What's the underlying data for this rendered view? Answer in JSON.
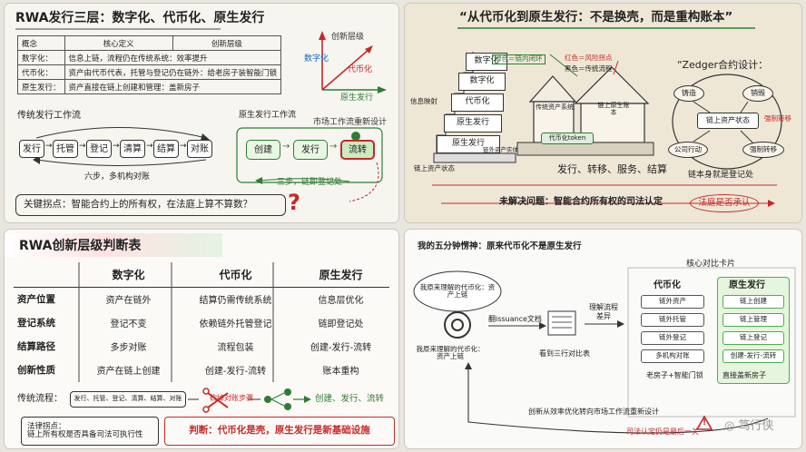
{
  "p1": {
    "title": "RWA发行三层：数字化、代币化、原生发行",
    "table": {
      "headers": [
        "概念",
        "核心定义",
        "创新层级"
      ],
      "rows": [
        [
          "数字化：",
          "信息上链，流程仍在传统系统：",
          "效率提升"
        ],
        [
          "代币化：",
          "资产由代币代表，托管与登记仍在链外：",
          "给老房子装智能门锁"
        ],
        [
          "原生发行：",
          "资产直接在链上创建和管理：",
          "盖新房子"
        ]
      ]
    },
    "axis": {
      "y": "创新层级",
      "a": "数字化",
      "b": "代币化",
      "c": "原生发行"
    },
    "traditional": {
      "title": "传统发行工作流",
      "steps": [
        "发行",
        "托管",
        "登记",
        "清算",
        "结算",
        "对账"
      ],
      "note": "六步，多机构对账"
    },
    "native": {
      "title": "原生发行工作流",
      "redesign": "市场工作流重新设计",
      "steps": [
        "创建",
        "发行",
        "流转"
      ],
      "note": "三步，链即登记处"
    },
    "key": "关键拐点：智能合约上的所有权，在法庭上算不算数？"
  },
  "p2": {
    "title": "“从代币化到原生发行：不是换壳，而是重构账本”",
    "stairs": [
      "数字化",
      "代币化",
      "原生发行"
    ],
    "left_labels": [
      "信息映射",
      "链上资产状态",
      "链外资产实体"
    ],
    "legend": [
      "绿色＝链内闭环",
      "红色＝风险拐点",
      "黑色＝传统流程"
    ],
    "houses": {
      "old": "传统资产系统",
      "new": "链上原生账本",
      "token": "代币化token"
    },
    "bottom": "发行、转移、服务、结算",
    "contract": {
      "title": "“Zedger合约设计：",
      "center": "链上资产状态",
      "nodes": [
        "铸造",
        "销毁",
        "公司行动",
        "强制转移"
      ],
      "side": "强制转移",
      "note": "链本身就是登记处"
    },
    "unresolved": "未解决问题：智能合约所有权的司法认定",
    "court": "法庭是否承认"
  },
  "p3": {
    "title": "RWA创新层级判断表",
    "headers": [
      "",
      "数字化",
      "代币化",
      "原生发行"
    ],
    "rows": [
      [
        "资产位置",
        "资产在链外",
        "结算仍需传统系统",
        "信息层优化"
      ],
      [
        "登记系统",
        "登记不变",
        "依赖链外托管登记",
        "链即登记处"
      ],
      [
        "结算路径",
        "多步对账",
        "流程包装",
        "创建-发行-流转"
      ],
      [
        "创新性质",
        "资产在链上创建",
        "创建-发行-流转",
        "账本重构"
      ]
    ],
    "flow_label": "传统流程：",
    "flow_steps": "发行、托管、登记、清算、结算、对账",
    "cut": "砍掉对账步骤",
    "result": "创建、发行、流转",
    "law_title": "法律拐点：",
    "law_text": "链上所有权是否具备司法可执行性",
    "verdict": "判断：代币化是壳，原生发行是新基础设施"
  },
  "p4": {
    "title": "我的五分钟愣神：原来代币化不是原生发行",
    "bubble": "我原来理解的代币化：资产上链",
    "below_logo": "我原来理解的代币化：资产上链",
    "doc_label": "翻issuance文档",
    "doc_caption": "看到三行对比表",
    "understand": "理解流程差异",
    "card_title": "核心对比卡片",
    "token_col": {
      "title": "代币化",
      "items": [
        "链外资产",
        "链外托管",
        "链外登记",
        "多机构对账"
      ],
      "bottom": "老房子+智能门锁"
    },
    "native_col": {
      "title": "原生发行",
      "items": [
        "链上创建",
        "链上管理",
        "链上登记",
        "创建-发行-流转"
      ],
      "bottom": "直接盖新房子"
    },
    "loop": "创新从效率优化转向市场工作流重新设计",
    "warn": "司法认定仍是最后一关",
    "watermark": "笃行侠"
  }
}
